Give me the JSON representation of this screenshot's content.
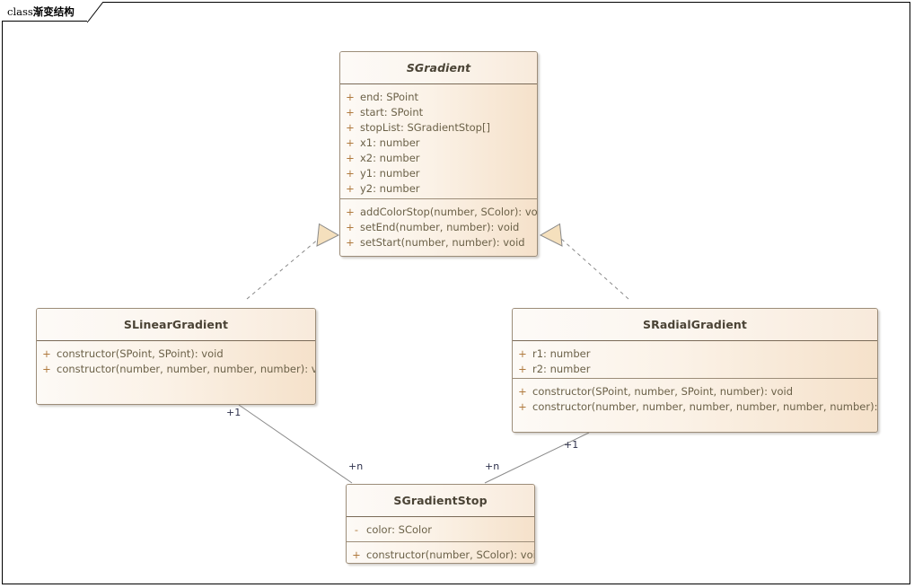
{
  "diagram": {
    "frame_label_keyword": "class",
    "frame_label_name": "渐变结构",
    "colors": {
      "border": "#9c8d79",
      "header_separator": "#7a6a57",
      "text": "#6b6148",
      "title_text": "#4a4335",
      "visibility": "#b07a3e",
      "body_light": "#fdfaf6",
      "body_dark": "#f5e1ca",
      "connector": "#7f7f7f",
      "multiplicity_text": "#2c2f4a",
      "frame": "#000000"
    }
  },
  "classes": {
    "sgradient": {
      "name": "SGradient",
      "abstract": true,
      "attributes": [
        {
          "visibility": "+",
          "text": "end: SPoint"
        },
        {
          "visibility": "+",
          "text": "start: SPoint"
        },
        {
          "visibility": "+",
          "text": "stopList: SGradientStop[]"
        },
        {
          "visibility": "+",
          "text": "x1: number"
        },
        {
          "visibility": "+",
          "text": "x2: number"
        },
        {
          "visibility": "+",
          "text": "y1: number"
        },
        {
          "visibility": "+",
          "text": "y2: number"
        }
      ],
      "operations": [
        {
          "visibility": "+",
          "text": "addColorStop(number, SColor): void"
        },
        {
          "visibility": "+",
          "text": "setEnd(number, number): void"
        },
        {
          "visibility": "+",
          "text": "setStart(number, number): void"
        }
      ]
    },
    "slineargradient": {
      "name": "SLinearGradient",
      "abstract": false,
      "attributes": [],
      "operations": [
        {
          "visibility": "+",
          "text": "constructor(SPoint, SPoint): void"
        },
        {
          "visibility": "+",
          "text": "constructor(number, number, number, number): void"
        }
      ]
    },
    "sradialgradient": {
      "name": "SRadialGradient",
      "abstract": false,
      "attributes": [
        {
          "visibility": "+",
          "text": "r1: number"
        },
        {
          "visibility": "+",
          "text": "r2: number"
        }
      ],
      "operations": [
        {
          "visibility": "+",
          "text": "constructor(SPoint, number, SPoint, number): void"
        },
        {
          "visibility": "+",
          "text": "constructor(number, number, number, number, number, number): void"
        }
      ]
    },
    "sgradientstop": {
      "name": "SGradientStop",
      "abstract": false,
      "attributes": [
        {
          "visibility": "-",
          "text": "color: SColor"
        }
      ],
      "operations": [
        {
          "visibility": "+",
          "text": "constructor(number, SColor): void"
        }
      ]
    }
  },
  "relationships": {
    "linear_realizes_gradient": {
      "type": "realization",
      "from": "SLinearGradient",
      "to": "SGradient"
    },
    "radial_realizes_gradient": {
      "type": "realization",
      "from": "SRadialGradient",
      "to": "SGradient"
    },
    "linear_to_stop": {
      "type": "association",
      "from": "SLinearGradient",
      "to": "SGradientStop",
      "source_multiplicity": "+1",
      "target_multiplicity": "+n"
    },
    "radial_to_stop": {
      "type": "association",
      "from": "SRadialGradient",
      "to": "SGradientStop",
      "source_multiplicity": "+1",
      "target_multiplicity": "+n"
    }
  }
}
